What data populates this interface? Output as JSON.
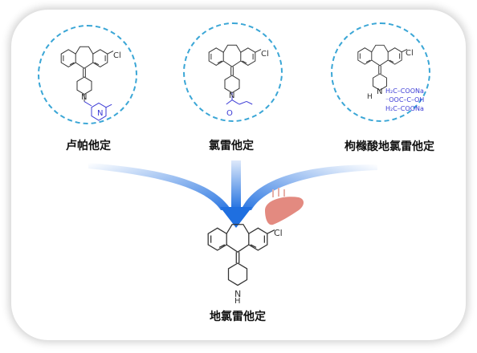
{
  "compounds": [
    {
      "name": "卢帕他定"
    },
    {
      "name": "氯雷他定"
    },
    {
      "name": "枸橼酸地氯雷他定",
      "salt_labels": [
        "H₂C–COONa",
        "⁻OOC–C–OH",
        "H₂C–COONa"
      ]
    }
  ],
  "product": {
    "name": "地氯雷他定"
  },
  "atom_labels": {
    "cl": "Cl",
    "n": "N",
    "nh": "H",
    "o": "O",
    "hplus": "H"
  },
  "colors": {
    "circle_border": "#3aa6d6",
    "arrow": "#1f6fe0",
    "substituent": "#3b3bd6",
    "liver": "#e38a80"
  }
}
